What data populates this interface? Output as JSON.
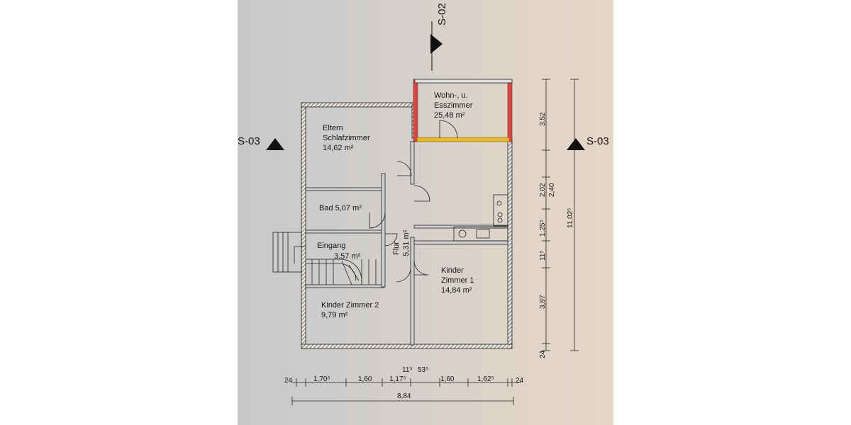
{
  "rooms": {
    "wohn": {
      "name1": "Wohn-, u.",
      "name2": "Esszimmer",
      "area": "25,48 m²"
    },
    "eltern": {
      "name1": "Eltern",
      "name2": "Schlafzimmer",
      "area": "14,62 m²"
    },
    "bad": {
      "name": "Bad 5,07 m²"
    },
    "eingang": {
      "name": "Eingang",
      "area": "3,57 m²"
    },
    "flur": {
      "name": "Flur",
      "area": "5,31 m²"
    },
    "kind1": {
      "name1": "Kinder",
      "name2": "Zimmer 1",
      "area": "14,84 m²"
    },
    "kind2": {
      "name": "Kinder Zimmer 2",
      "area": "9,79 m²"
    }
  },
  "sections": {
    "left": "S-03",
    "right": "S-03",
    "top": "S-02"
  },
  "dims_bottom": [
    "24",
    "1,70⁵",
    "1,60",
    "1,17⁵",
    "11⁵",
    "53⁵",
    "1,60",
    "1,62⁵",
    "24"
  ],
  "dims_total": "8,84",
  "dims_right": [
    "3,52",
    "2,02",
    "2,40",
    "1,25⁵",
    "11⁵",
    "3,87",
    "24"
  ],
  "dims_right_total": "11,02⁵"
}
